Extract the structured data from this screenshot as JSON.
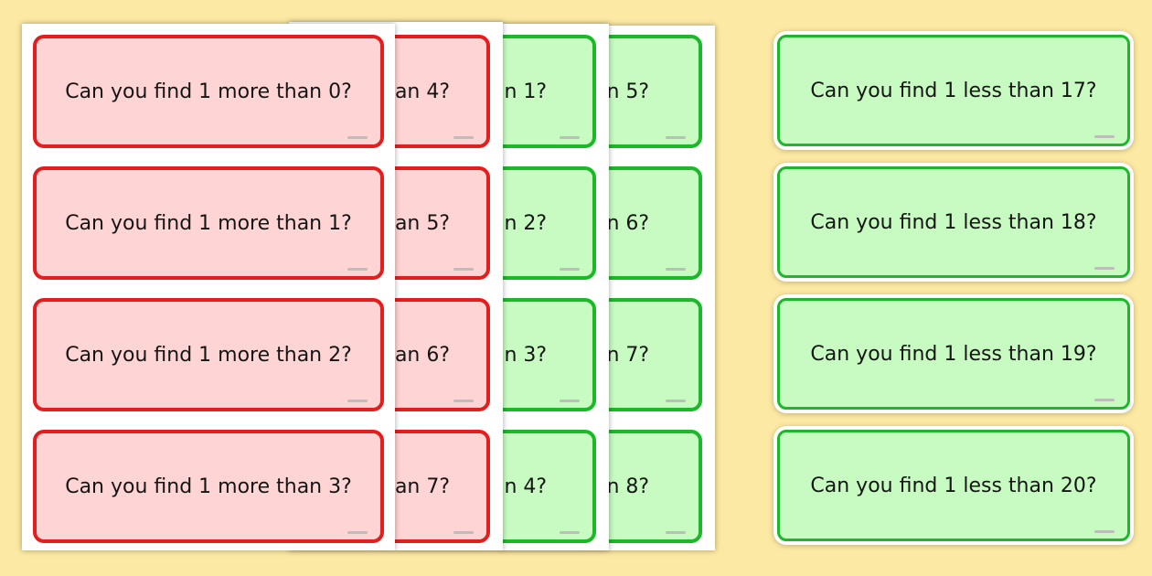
{
  "sheet_green_back": [
    "an 5?",
    "an 6?",
    "an 7?",
    "an 8?"
  ],
  "sheet_green_mid": [
    "an 1?",
    "an 2?",
    "an 3?",
    "an 4?"
  ],
  "sheet_red_back": [
    "han 4?",
    "han 5?",
    "han 6?",
    "han 7?"
  ],
  "sheet_red_front": [
    "Can you find 1 more than 0?",
    "Can you find 1 more than 1?",
    "Can you find 1 more than 2?",
    "Can you find 1 more than 3?"
  ],
  "loose_cards": [
    "Can you find 1 less than 17?",
    "Can you find 1 less than 18?",
    "Can you find 1 less than 19?",
    "Can you find 1 less than 20?"
  ],
  "colors": {
    "background": "#fce9a3",
    "red_fill": "#ffd4d4",
    "red_border": "#e31e1e",
    "green_fill": "#c7fbc2",
    "green_border": "#1bb829"
  }
}
